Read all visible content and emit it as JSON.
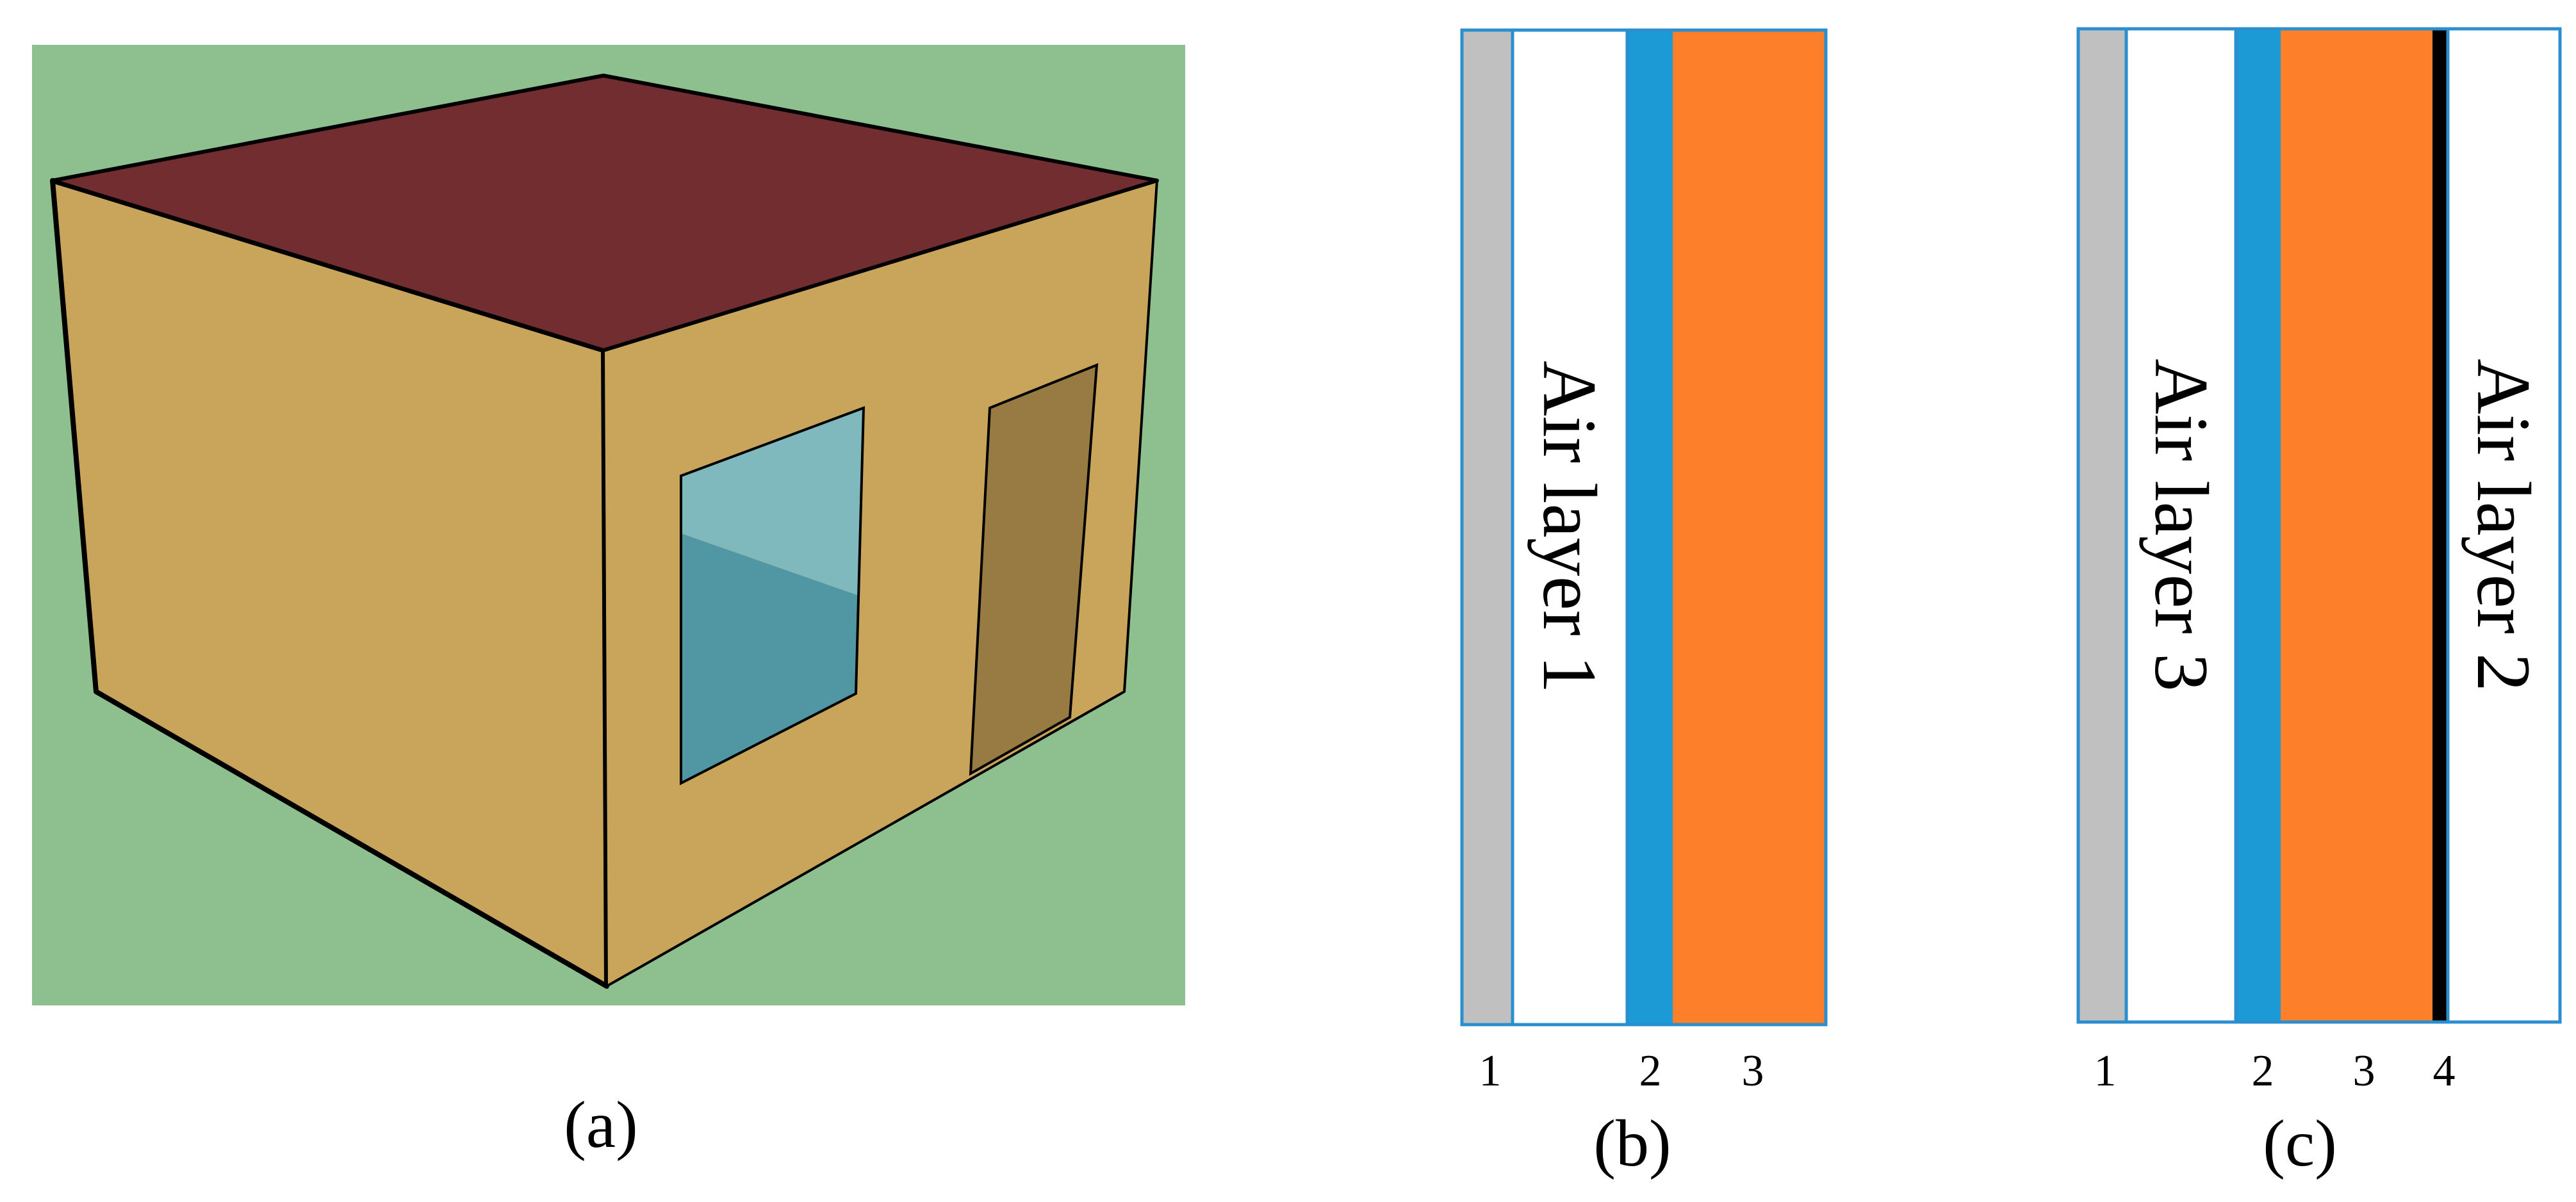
{
  "colors": {
    "ground": "#8dbf8f",
    "roof": "#722d30",
    "wall": "#c8a55b",
    "window_upper": "#7fb9bd",
    "window_lower": "#5096a3",
    "door": "#977b42",
    "layer_gray": "#c0c0c0",
    "layer_blue": "#1b9ad6",
    "layer_orange": "#fe7f2a",
    "layer_black": "#000000",
    "outline": "#2b8fcf"
  },
  "panel_a": {
    "caption": "(a)",
    "icon": "house-3d-model"
  },
  "panel_b": {
    "caption": "(b)",
    "air_layer_label": "Air layer 1",
    "layer_numbers": [
      "1",
      "2",
      "3"
    ]
  },
  "panel_c": {
    "caption": "(c)",
    "air_layer_inner_label": "Air layer 3",
    "air_layer_outer_label": "Air layer 2",
    "layer_numbers": [
      "1",
      "2",
      "3",
      "4"
    ]
  }
}
